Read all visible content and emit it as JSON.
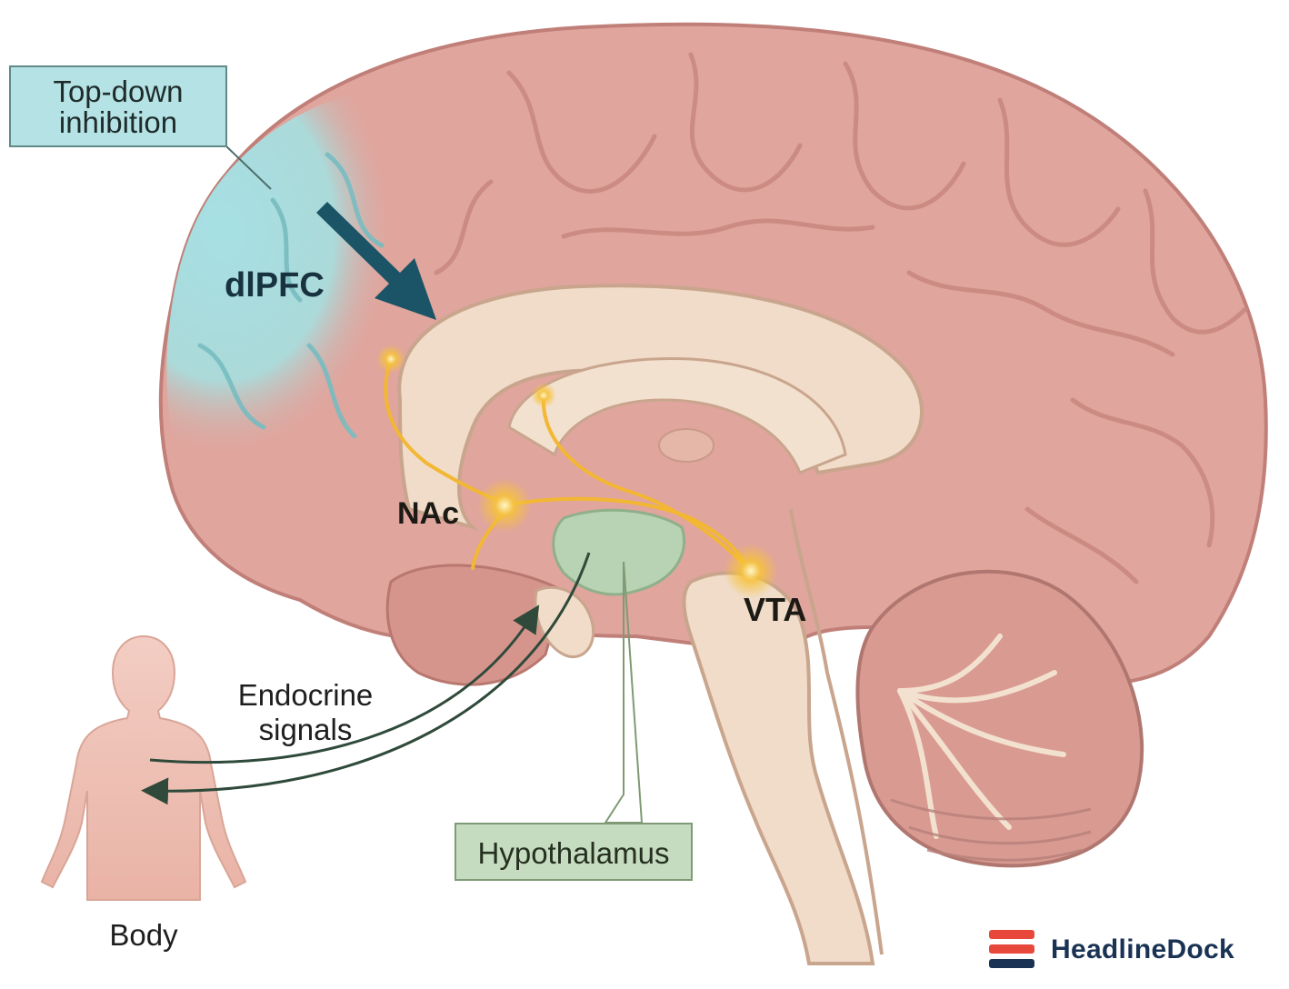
{
  "callouts": {
    "top_down": {
      "line1": "Top-down",
      "line2": "inhibition"
    },
    "hypothalamus": "Hypothalamus"
  },
  "regions": {
    "dlpfc": "dlPFC",
    "nac": "NAc",
    "vta": "VTA"
  },
  "body_signals": {
    "endocrine_line1": "Endocrine",
    "endocrine_line2": "signals",
    "body_label": "Body"
  },
  "brand": {
    "name": "HeadlineDock",
    "mark_colors": [
      "#e8473c",
      "#e8473c",
      "#1a3354"
    ]
  },
  "colors": {
    "cortex": "#e0a59d",
    "cortex_shadow": "#c98a82",
    "prefrontal": "#9fdbe0",
    "inner_structure": "#f0dcc8",
    "hypothalamus": "#b8d3b3",
    "cerebellum": "#d99a92",
    "pathway_glow": "#f2b733",
    "inhibition_arrow": "#1b5466",
    "body_figure": "#efc3b8"
  }
}
